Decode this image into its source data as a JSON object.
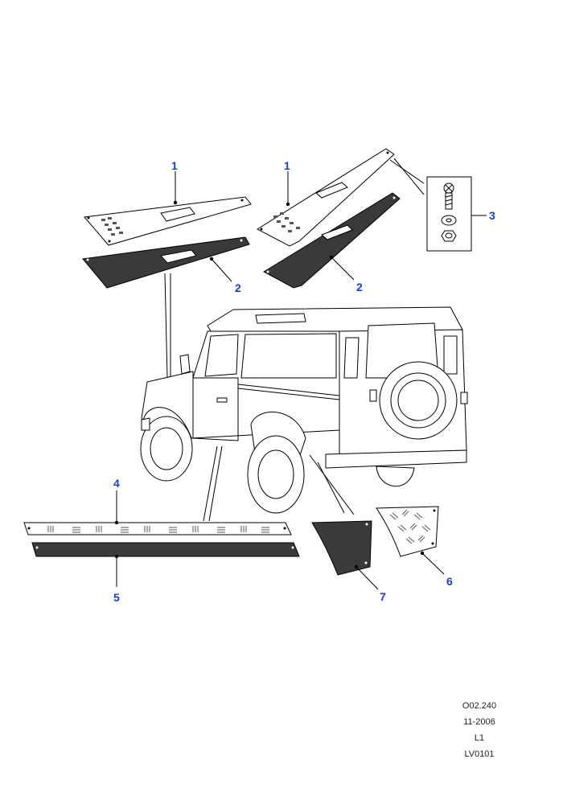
{
  "callouts": [
    {
      "id": "c1a",
      "label": "1"
    },
    {
      "id": "c1b",
      "label": "1"
    },
    {
      "id": "c2a",
      "label": "2"
    },
    {
      "id": "c2b",
      "label": "2"
    },
    {
      "id": "c3",
      "label": "3"
    },
    {
      "id": "c4",
      "label": "4"
    },
    {
      "id": "c5",
      "label": "5"
    },
    {
      "id": "c6",
      "label": "6"
    },
    {
      "id": "c7",
      "label": "7"
    }
  ],
  "meta": {
    "code": "O02.240",
    "date": "11-2006",
    "level": "L1",
    "model": "LV0101"
  },
  "colors": {
    "callout": "#1a3fc4",
    "dark_panel": "#3a3a3a"
  }
}
